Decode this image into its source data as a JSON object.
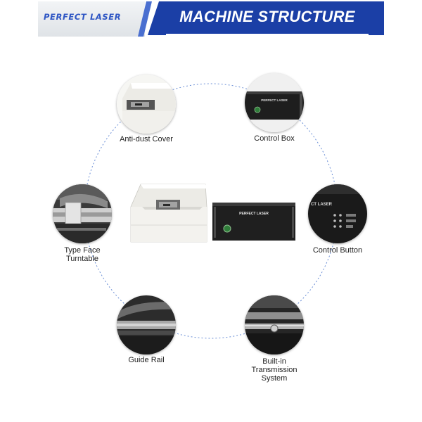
{
  "header": {
    "logo_text": "PERFECT LASER",
    "title": "MACHINE STRUCTURE",
    "colors": {
      "banner": "#1b3fa6",
      "logo": "#2e56c4"
    }
  },
  "center_machine": {
    "panel_text": "PERFECT LASER"
  },
  "components": [
    {
      "label": "Anti-dust Cover"
    },
    {
      "label": "Control Box",
      "panel_text": "PERFECT LASER"
    },
    {
      "label": "Control Button",
      "panel_text": "CT LASER"
    },
    {
      "label_lines": [
        "Type Face",
        "Turntable"
      ]
    },
    {
      "label": "Guide Rail"
    },
    {
      "label_lines": [
        "Built-in",
        "Transmission",
        "System"
      ]
    }
  ]
}
